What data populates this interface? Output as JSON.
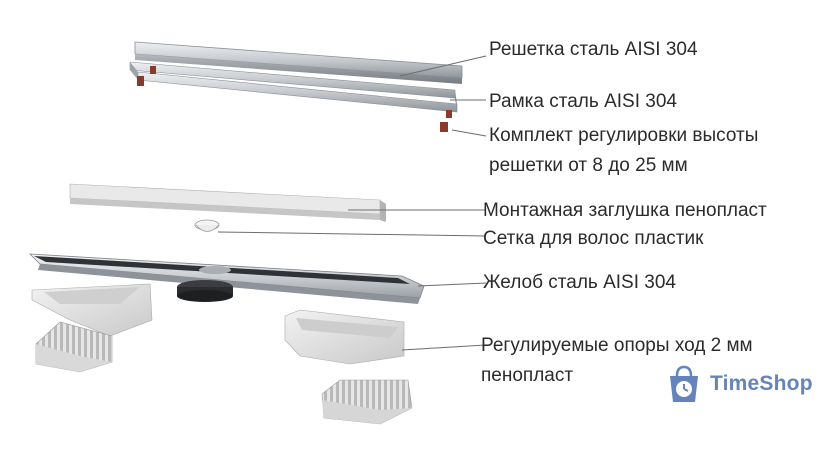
{
  "labels": {
    "grate": "Решетка сталь AISI 304",
    "frame": "Рамка сталь AISI 304",
    "height_kit_line1": "Комплект регулировки высоты",
    "height_kit_line2": "решетки от 8 до 25 мм",
    "foam_plug": "Монтажная заглушка пенопласт",
    "hair_mesh": "Сетка для волос пластик",
    "channel": "Желоб сталь AISI 304",
    "supports_line1": "Регулируемые опоры ход 2 мм",
    "supports_line2": "пенопласт"
  },
  "watermark": {
    "text": "TimeShop",
    "icon": "shopping-bag-clock-icon",
    "color": "#4a6fb0"
  },
  "colors": {
    "steel": "#c9ccd0",
    "foam": "#dcdcdc",
    "leader": "#6d6d6d",
    "text": "#2b2b2b",
    "adjuster": "#8a3a2a"
  }
}
